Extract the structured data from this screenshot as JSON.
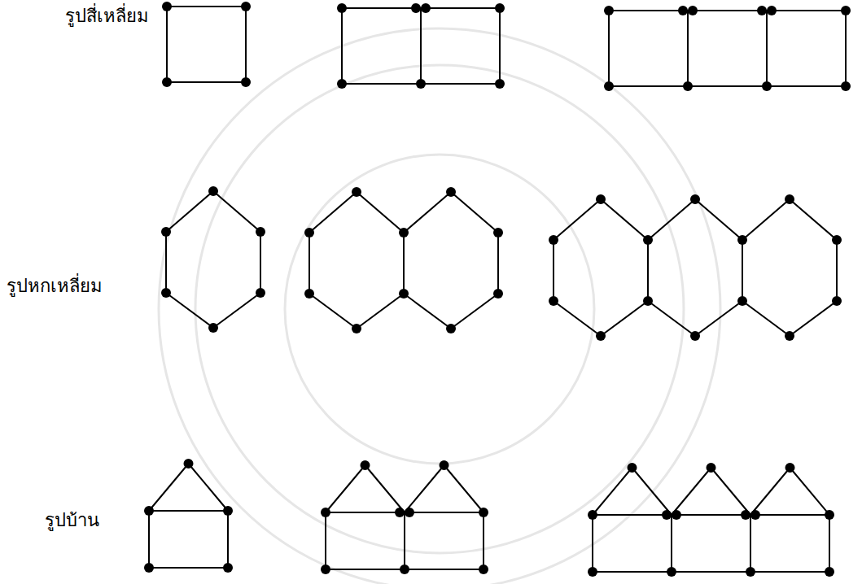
{
  "diagram": {
    "labels": [
      "รูปสี่เหลี่ยม",
      "รูปหกเหลี่ยม",
      "รูปบ้าน"
    ]
  }
}
